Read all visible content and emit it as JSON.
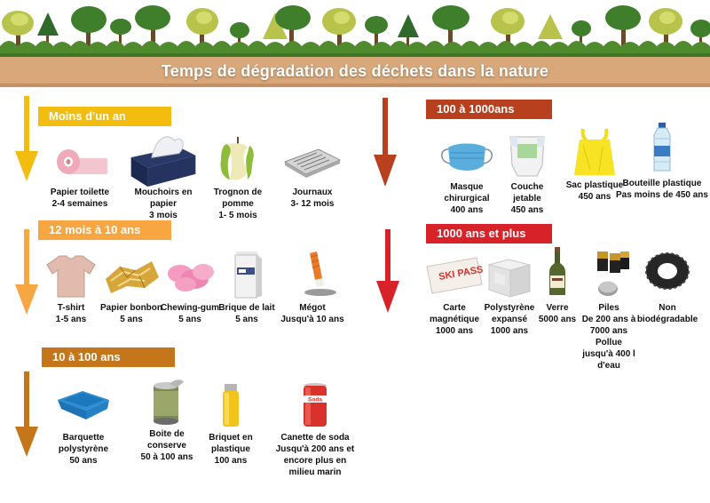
{
  "title": "Temps de dégradation des déchets dans la nature",
  "colors": {
    "earth": "#d8a77a",
    "grass": "#4f8a2d",
    "cat_less_one_year": "#f3bd10",
    "cat_12m_10y": "#f7a641",
    "cat_10_100y": "#c5751a",
    "cat_100_1000y": "#b9401e",
    "cat_1000_plus": "#d8222a"
  },
  "categories": [
    {
      "label": "Moins d'un an",
      "items": [
        {
          "icon": "toilet-paper",
          "lines": [
            "Papier toilette",
            "2-4 semaines"
          ]
        },
        {
          "icon": "tissue-box",
          "lines": [
            "Mouchoirs en papier",
            "3 mois"
          ]
        },
        {
          "icon": "apple-core",
          "lines": [
            "Trognon de",
            "pomme",
            "1- 5 mois"
          ]
        },
        {
          "icon": "newspaper",
          "lines": [
            "Journaux",
            "3- 12 mois"
          ]
        }
      ]
    },
    {
      "label": "12 mois  à 10 ans",
      "items": [
        {
          "icon": "t-shirt",
          "lines": [
            "T-shirt",
            "1-5 ans"
          ]
        },
        {
          "icon": "candy-wrapper",
          "lines": [
            "Papier bonbon",
            "5 ans"
          ]
        },
        {
          "icon": "chewing-gum",
          "lines": [
            "Chewing-gum",
            "5 ans"
          ]
        },
        {
          "icon": "milk-carton",
          "lines": [
            "Brique de lait",
            "5 ans"
          ]
        },
        {
          "icon": "cigarette-butt",
          "lines": [
            "Mégot",
            "Jusqu'à 10 ans"
          ]
        }
      ]
    },
    {
      "label": "10 à 100 ans",
      "items": [
        {
          "icon": "polystyrene-tray",
          "lines": [
            "Barquette",
            "polystyrène",
            "50  ans"
          ]
        },
        {
          "icon": "tin-can",
          "lines": [
            "Boite de",
            "conserve",
            "50 à 100  ans"
          ]
        },
        {
          "icon": "lighter",
          "lines": [
            "Briquet en",
            "plastique",
            "100 ans"
          ]
        },
        {
          "icon": "soda-can",
          "can_text": "Soda",
          "lines": [
            "Canette de soda",
            "Jusqu'à 200 ans et",
            "encore plus en",
            "milieu marin"
          ]
        }
      ]
    },
    {
      "label": "100 à 1000ans",
      "items": [
        {
          "icon": "surgical-mask",
          "lines": [
            "Masque",
            "chirurgical",
            "400 ans"
          ]
        },
        {
          "icon": "diaper",
          "lines": [
            "Couche",
            "jetable",
            "450 ans"
          ]
        },
        {
          "icon": "plastic-bag",
          "lines": [
            "Sac plastique",
            "450 ans"
          ]
        },
        {
          "icon": "plastic-bottle",
          "lines": [
            "Bouteille plastique",
            "Pas moins  de  450 ans"
          ]
        }
      ]
    },
    {
      "label": "1000 ans et plus",
      "items": [
        {
          "icon": "ski-pass-card",
          "card_text": "SKI PASS",
          "lines": [
            "Carte",
            "magnétique",
            "1000 ans"
          ]
        },
        {
          "icon": "polystyrene-foam",
          "lines": [
            "Polystyrène",
            "expansé",
            "1000 ans"
          ]
        },
        {
          "icon": "glass-bottle",
          "lines": [
            "Verre",
            "5000 ans"
          ]
        },
        {
          "icon": "batteries",
          "lines": [
            "Piles",
            "De 200 ans à",
            "7000 ans",
            "Pollue",
            "jusqu'à 400 l",
            "d'eau"
          ]
        },
        {
          "icon": "tire",
          "lines": [
            "Non",
            "biodégradable"
          ]
        }
      ]
    }
  ]
}
